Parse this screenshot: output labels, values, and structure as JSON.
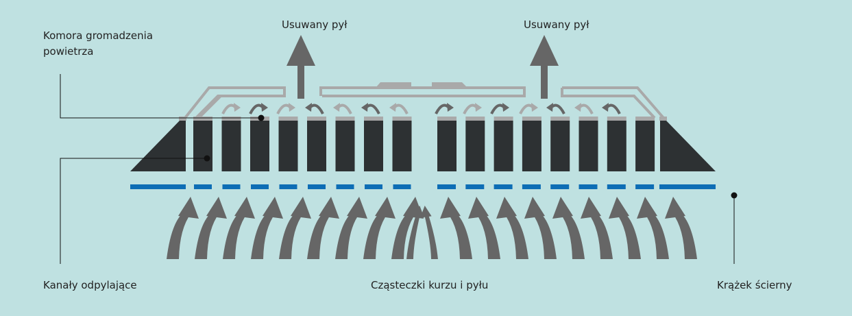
{
  "labels": {
    "chamber": "Komora gromadzenia\npowietrza",
    "removed_dust_left": "Usuwany pył",
    "removed_dust_right": "Usuwany pył",
    "channels": "Kanały odpylające",
    "particles": "Cząsteczki kurzu i pyłu",
    "disc": "Krążek ścierny"
  },
  "colors": {
    "background": "#bfe1e1",
    "dark": "#2d3133",
    "grey_arrow": "#666666",
    "light_grey": "#a9a9a9",
    "blue": "#0d6db5",
    "text": "#222222"
  }
}
